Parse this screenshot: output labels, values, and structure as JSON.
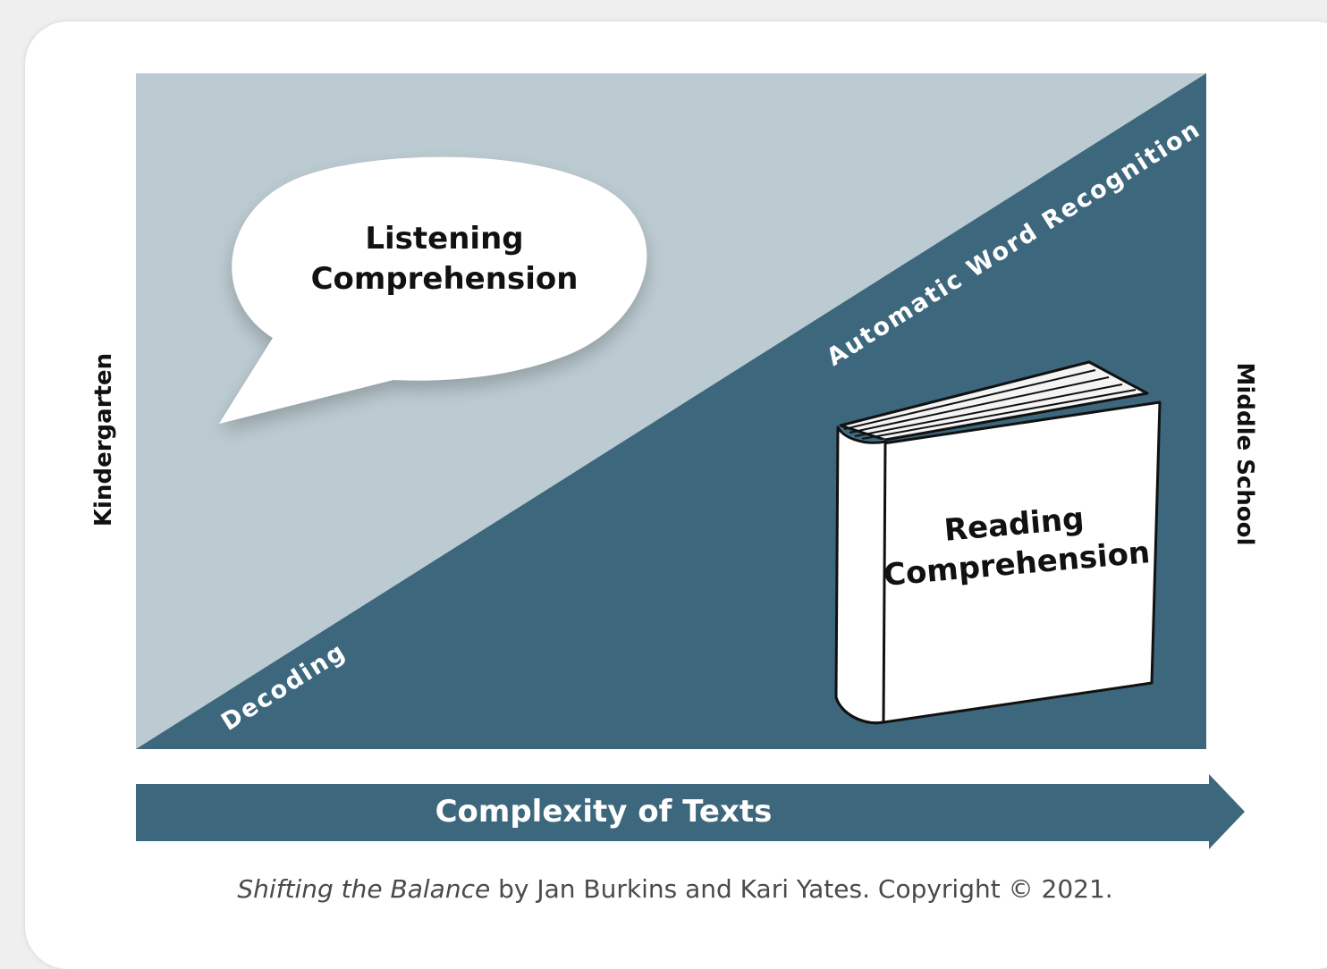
{
  "bubble": {
    "line1": "Listening",
    "line2": "Comprehension"
  },
  "book": {
    "line1": "Reading",
    "line2": "Comprehension"
  },
  "diagonal": {
    "upper_label": "Automatic Word Recognition",
    "lower_label": "Decoding"
  },
  "left_axis_label": "Kindergarten",
  "right_axis_label": "Middle School",
  "arrow_label": "Complexity of Texts",
  "caption": {
    "title": "Shifting the Balance",
    "rest": " by Jan Burkins and Kari Yates. Copyright © 2021."
  },
  "colors": {
    "light_region": "#bccbd2",
    "dark_region": "#3c677d",
    "arrow": "#3c677d",
    "text_dark": "#111111",
    "text_light": "#ffffff",
    "caption": "#4a4a4a"
  },
  "icons": {
    "bubble": "speech-bubble-icon",
    "book": "book-icon"
  }
}
